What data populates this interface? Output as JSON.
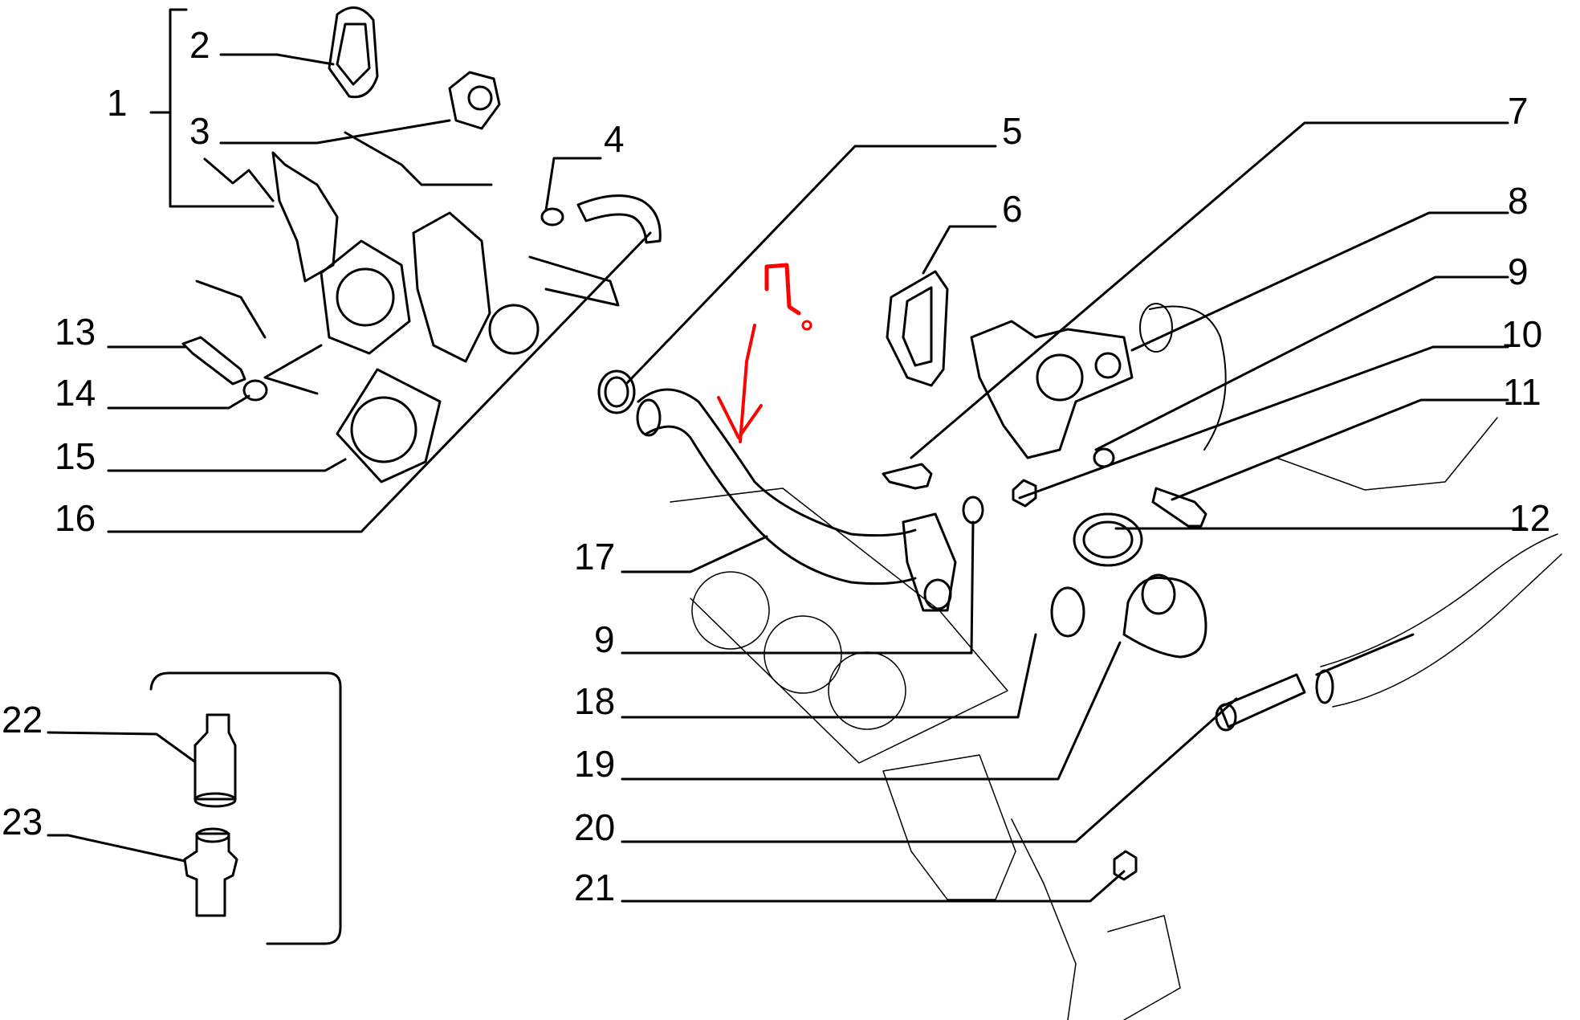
{
  "diagram": {
    "type": "exploded-parts-diagram",
    "subject": "engine cooling water pump / thermostat housing assembly",
    "line_color": "#000000",
    "annotation_color": "#ff0000",
    "annotation": {
      "text": "?",
      "arrow_target": "17"
    },
    "callouts": [
      {
        "id": "c1",
        "label": "1"
      },
      {
        "id": "c2",
        "label": "2"
      },
      {
        "id": "c3",
        "label": "3"
      },
      {
        "id": "c4",
        "label": "4"
      },
      {
        "id": "c5",
        "label": "5"
      },
      {
        "id": "c6",
        "label": "6"
      },
      {
        "id": "c7",
        "label": "7"
      },
      {
        "id": "c8",
        "label": "8"
      },
      {
        "id": "c9a",
        "label": "9"
      },
      {
        "id": "c10",
        "label": "10"
      },
      {
        "id": "c11",
        "label": "11"
      },
      {
        "id": "c12",
        "label": "12"
      },
      {
        "id": "c13",
        "label": "13"
      },
      {
        "id": "c14",
        "label": "14"
      },
      {
        "id": "c15",
        "label": "15"
      },
      {
        "id": "c16",
        "label": "16"
      },
      {
        "id": "c17",
        "label": "17"
      },
      {
        "id": "c9b",
        "label": "9"
      },
      {
        "id": "c18",
        "label": "18"
      },
      {
        "id": "c19",
        "label": "19"
      },
      {
        "id": "c20",
        "label": "20"
      },
      {
        "id": "c21",
        "label": "21"
      },
      {
        "id": "c22",
        "label": "22"
      },
      {
        "id": "c23",
        "label": "23"
      }
    ]
  }
}
